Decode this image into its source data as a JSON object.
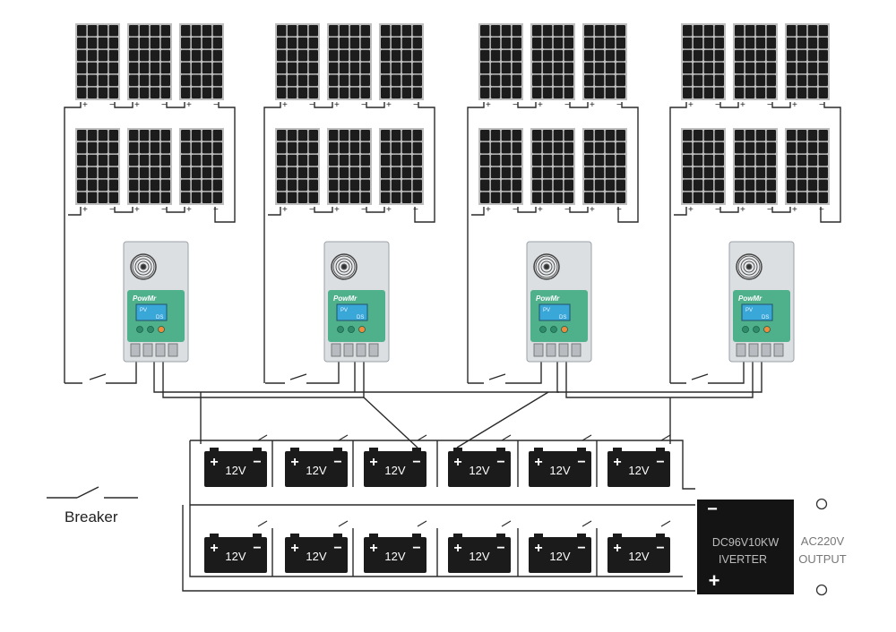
{
  "controller": {
    "brand": "PowMr",
    "display_line1": "PV",
    "display_line2": "DS"
  },
  "battery": {
    "label": "12V"
  },
  "inverter": {
    "line1": "DC96V10KW",
    "line2": "IVERTER",
    "minus_symbol": "−",
    "plus_symbol": "+"
  },
  "output": {
    "line1": "AC220V",
    "line2": "OUTPUT"
  },
  "legend": {
    "breaker_label": "Breaker"
  },
  "colors": {
    "panel_cell": "#1c1c1c",
    "panel_frame": "#bfbfbf",
    "controller_body": "#dcdfe2",
    "controller_display": "#3aa7d9",
    "controller_panel": "#4fb08c",
    "battery_body": "#1b1b1b",
    "inverter_body": "#141414"
  }
}
